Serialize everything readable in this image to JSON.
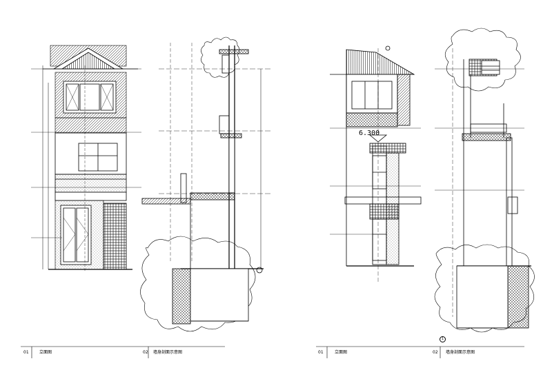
{
  "title_blocks": [
    {
      "number": "01",
      "name": "立面图"
    },
    {
      "number": "02",
      "name": "墙身剖面示意图"
    },
    {
      "number": "01",
      "name": "立面图"
    },
    {
      "number": "02",
      "name": "墙身剖面示意图"
    }
  ],
  "elevation_mark": "6.300",
  "detail_mark": "1"
}
